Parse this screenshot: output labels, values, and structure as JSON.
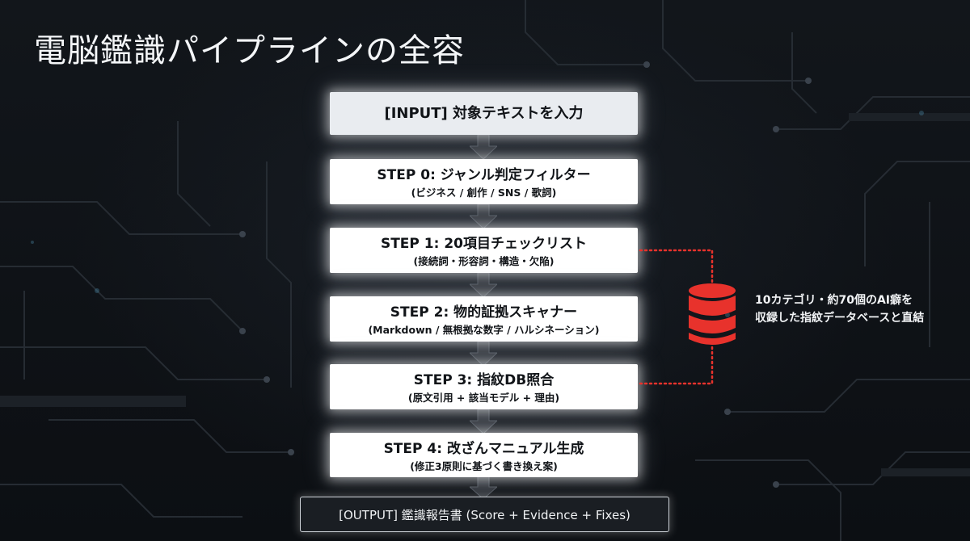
{
  "title": "電脳鑑識パイプラインの全容",
  "pipeline": {
    "input_label": "[INPUT] 対象テキストを入力",
    "steps": [
      {
        "title": "STEP 0: ジャンル判定フィルター",
        "subtitle": "(ビジネス / 創作 / SNS / 歌詞)"
      },
      {
        "title": "STEP 1: 20項目チェックリスト",
        "subtitle": "(接続詞・形容詞・構造・欠陥)"
      },
      {
        "title": "STEP 2: 物的証拠スキャナー",
        "subtitle": "(Markdown / 無根拠な数字 / ハルシネーション)"
      },
      {
        "title": "STEP 3: 指紋DB照合",
        "subtitle": "(原文引用 + 該当モデル + 理由)"
      },
      {
        "title": "STEP 4: 改ざんマニュアル生成",
        "subtitle": "(修正3原則に基づく書き換え案)"
      }
    ],
    "output_label": "[OUTPUT] 鑑識報告書 (Score + Evidence + Fixes)"
  },
  "database": {
    "icon": "database-icon",
    "note_line1": "10カテゴリ・約70個のAI癖を",
    "note_line2": "収録した指紋データベースと直結",
    "color": "#e8322c"
  },
  "colors": {
    "background": "#0f1216",
    "box": "#ffffff",
    "arrow": "#2b2f35",
    "connector": "#e8322c"
  }
}
